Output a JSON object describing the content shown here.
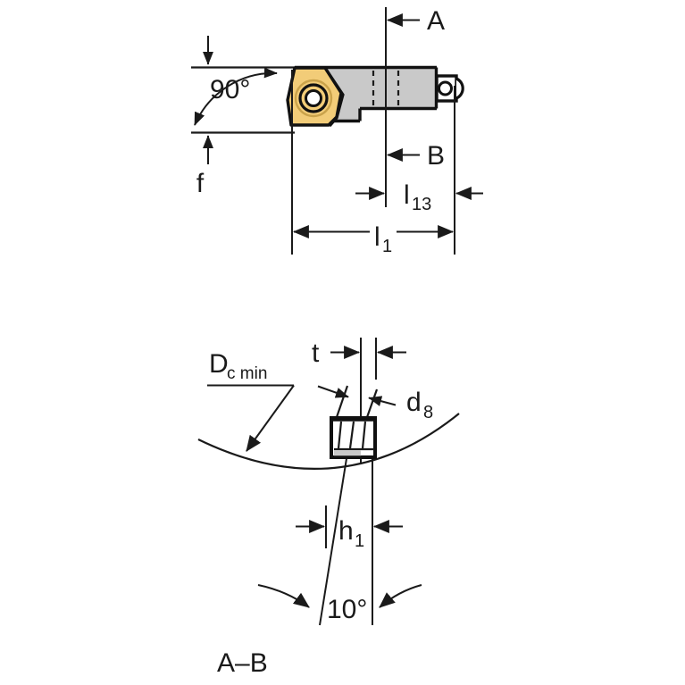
{
  "drawing": {
    "title": "Boring bar tool dimension diagram",
    "colors": {
      "insert": "#F2CC78",
      "insert_stroke": "#C9A24B",
      "body_gray": "#C9C9C9",
      "line": "#1a1a1a",
      "background": "#ffffff"
    },
    "views": {
      "top": {
        "name": "side-view",
        "labels": {
          "angle_90": "90°",
          "feed": "f",
          "section_a": "A",
          "section_b": "B",
          "length_l1": "l",
          "length_l1_sub": "1",
          "length_l13": "l",
          "length_l13_sub": "13"
        }
      },
      "bottom": {
        "name": "section-view-a-b",
        "labels": {
          "dc_min": "D",
          "dc_min_sub": "c min",
          "thickness_t": "t",
          "diameter_d8": "d",
          "diameter_d8_sub": "8",
          "height_h1": "h",
          "height_h1_sub": "1",
          "angle_10": "10°",
          "view_name": "A–B"
        }
      }
    }
  }
}
